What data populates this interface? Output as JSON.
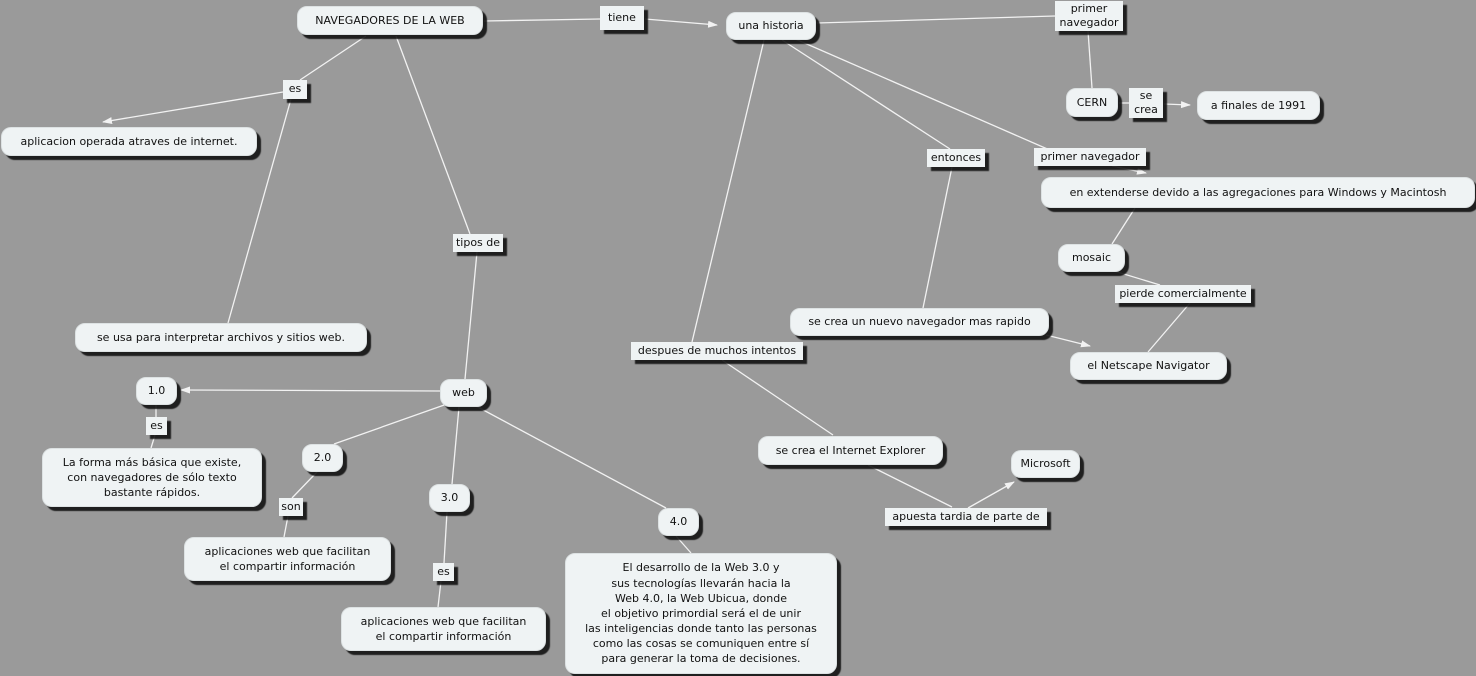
{
  "map": {
    "app": "concept-map",
    "topic": "NAVEGADORES DE LA WEB",
    "concepts": {
      "navegadores": {
        "text": "NAVEGADORES DE LA WEB"
      },
      "una_historia": {
        "text": "una historia"
      },
      "aplicacion_operada": {
        "text": "aplicacion operada atraves de internet."
      },
      "se_usa": {
        "text": "se usa para interpretar archivos y sitios web."
      },
      "cern": {
        "text": "CERN"
      },
      "a_finales_1991": {
        "text": "a finales de 1991"
      },
      "extenderse": {
        "text": "en extenderse devido a las agregaciones para Windows y Macintosh"
      },
      "mosaic": {
        "text": "mosaic"
      },
      "nuevo_navegador": {
        "text": "se crea un nuevo navegador mas rapido"
      },
      "netscape": {
        "text": "el  Netscape Navigator"
      },
      "internet_explorer": {
        "text": "se crea el Internet Explorer"
      },
      "microsoft": {
        "text": "Microsoft"
      },
      "web": {
        "text": "web"
      },
      "web_1_0": {
        "text": "1.0"
      },
      "web_2_0": {
        "text": "2.0"
      },
      "web_3_0": {
        "text": "3.0"
      },
      "web_4_0": {
        "text": "4.0"
      },
      "forma_basica": {
        "text": "La forma más básica que existe,\ncon navegadores de sólo texto\nbastante rápidos."
      },
      "aplicaciones_2_0": {
        "text": "aplicaciones web que facilitan\nel compartir información"
      },
      "aplicaciones_3_0": {
        "text": "aplicaciones web que facilitan\nel compartir información"
      },
      "desarrollo_4_0": {
        "text": "El desarrollo de la Web 3.0 y\nsus tecnologías llevarán hacia la\nWeb 4.0, la Web Ubicua, donde\nel objetivo primordial será el de unir\nlas inteligencias donde tanto las personas\ncomo las cosas se comuniquen entre sí\npara generar la toma de decisiones."
      }
    },
    "links": {
      "tiene": {
        "text": "tiene"
      },
      "primer_navegador_top": {
        "text": "primer\nnavegador"
      },
      "se_crea": {
        "text": "se\ncrea"
      },
      "entonces": {
        "text": "entonces"
      },
      "primer_navegador_mid": {
        "text": "primer navegador"
      },
      "pierde_comercialmente": {
        "text": "pierde comercialmente"
      },
      "despues_intentos": {
        "text": "despues de muchos intentos"
      },
      "apuesta_tardia": {
        "text": "apuesta tardia de parte de"
      },
      "es_1": {
        "text": "es"
      },
      "tipos_de": {
        "text": "tipos de"
      },
      "es_2": {
        "text": "es"
      },
      "son": {
        "text": "son"
      },
      "es_3": {
        "text": "es"
      }
    },
    "connections": [
      {
        "from": "navegadores",
        "via": "tiene",
        "to": "una_historia",
        "arrow": true
      },
      {
        "from": "navegadores",
        "via": "es_1",
        "to": "aplicacion_operada",
        "arrow": true
      },
      {
        "from": "es_1",
        "to": "se_usa",
        "arrow": false
      },
      {
        "from": "navegadores",
        "via": "tipos_de",
        "to": "web",
        "arrow": false
      },
      {
        "from": "web",
        "to": "web_1_0",
        "arrow": true
      },
      {
        "from": "web_1_0",
        "via": "es_2",
        "to": "forma_basica",
        "arrow": false
      },
      {
        "from": "web",
        "to": "web_2_0",
        "arrow": false
      },
      {
        "from": "web_2_0",
        "via": "son",
        "to": "aplicaciones_2_0",
        "arrow": false
      },
      {
        "from": "web",
        "to": "web_3_0",
        "arrow": false
      },
      {
        "from": "web_3_0",
        "via": "es_3",
        "to": "aplicaciones_3_0",
        "arrow": false
      },
      {
        "from": "web",
        "to": "web_4_0",
        "arrow": false
      },
      {
        "from": "web_4_0",
        "to": "desarrollo_4_0",
        "arrow": false
      },
      {
        "from": "una_historia",
        "via": "primer_navegador_top",
        "to": "cern",
        "arrow": false
      },
      {
        "from": "cern",
        "via": "se_crea",
        "to": "a_finales_1991",
        "arrow": true
      },
      {
        "from": "una_historia",
        "via": "primer_navegador_mid",
        "to": "extenderse",
        "arrow": true
      },
      {
        "from": "extenderse",
        "to": "mosaic",
        "arrow": false
      },
      {
        "from": "mosaic",
        "via": "pierde_comercialmente",
        "to": "netscape",
        "arrow": false
      },
      {
        "from": "una_historia",
        "via": "entonces",
        "to": "nuevo_navegador",
        "arrow": false
      },
      {
        "from": "nuevo_navegador",
        "to": "netscape",
        "arrow": true
      },
      {
        "from": "una_historia",
        "via": "despues_intentos",
        "to": "internet_explorer",
        "arrow": false
      },
      {
        "from": "internet_explorer",
        "via": "apuesta_tardia",
        "to": "microsoft",
        "arrow": true
      }
    ]
  },
  "colors": {
    "background": "#9a9a9a",
    "node_fill": "#eff3f4",
    "shadow": "#0e0e0e",
    "connector_line": "#f2f2f2",
    "text": "#111111"
  }
}
